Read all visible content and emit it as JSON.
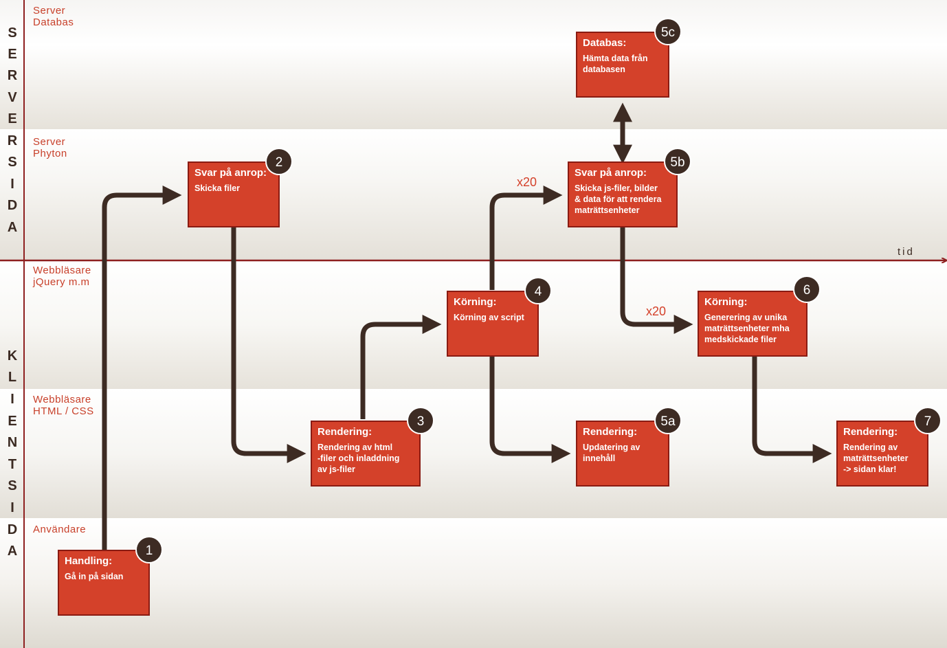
{
  "side_labels": {
    "server": [
      "S",
      "E",
      "R",
      "V",
      "E",
      "R",
      "S",
      "I",
      "D",
      "A"
    ],
    "client": [
      "K",
      "L",
      "I",
      "E",
      "N",
      "T",
      "S",
      "I",
      "D",
      "A"
    ]
  },
  "lanes": [
    {
      "line1": "Server",
      "line2": "Databas"
    },
    {
      "line1": "Server",
      "line2": "Phyton"
    },
    {
      "line1": "Webbläsare",
      "line2": "jQuery m.m"
    },
    {
      "line1": "Webbläsare",
      "line2": "HTML / CSS"
    },
    {
      "line1": "Användare",
      "line2": ""
    }
  ],
  "time_label": "tid",
  "steps": [
    {
      "badge": "1",
      "title": "Handling:",
      "desc": "Gå in på sidan"
    },
    {
      "badge": "2",
      "title": "Svar på anrop:",
      "desc": "Skicka filer"
    },
    {
      "badge": "3",
      "title": "Rendering:",
      "desc": "Rendering av html\n-filer och inladdning\nav js-filer"
    },
    {
      "badge": "4",
      "title": "Körning:",
      "desc": "Körning av script"
    },
    {
      "badge": "5a",
      "title": "Rendering:",
      "desc": "Updatering av\ninnehåll"
    },
    {
      "badge": "5b",
      "title": "Svar på anrop:",
      "desc": "Skicka js-filer, bilder\n& data för att rendera\nmaträttsenheter"
    },
    {
      "badge": "5c",
      "title": "Databas:",
      "desc": "Hämta data från\ndatabasen"
    },
    {
      "badge": "6",
      "title": "Körning:",
      "desc": "Generering av unika\nmaträttsenheter mha\nmedskickade filer"
    },
    {
      "badge": "7",
      "title": "Rendering:",
      "desc": "Rendering av\nmaträttsenheter\n-> sidan klar!"
    }
  ],
  "multipliers": [
    "x20",
    "x20"
  ],
  "colors": {
    "box": "#d4412a",
    "box_border": "#8a1b12",
    "arrow": "#3d2b23",
    "axis": "#8e1f1f",
    "lane_label": "#c8402a"
  }
}
